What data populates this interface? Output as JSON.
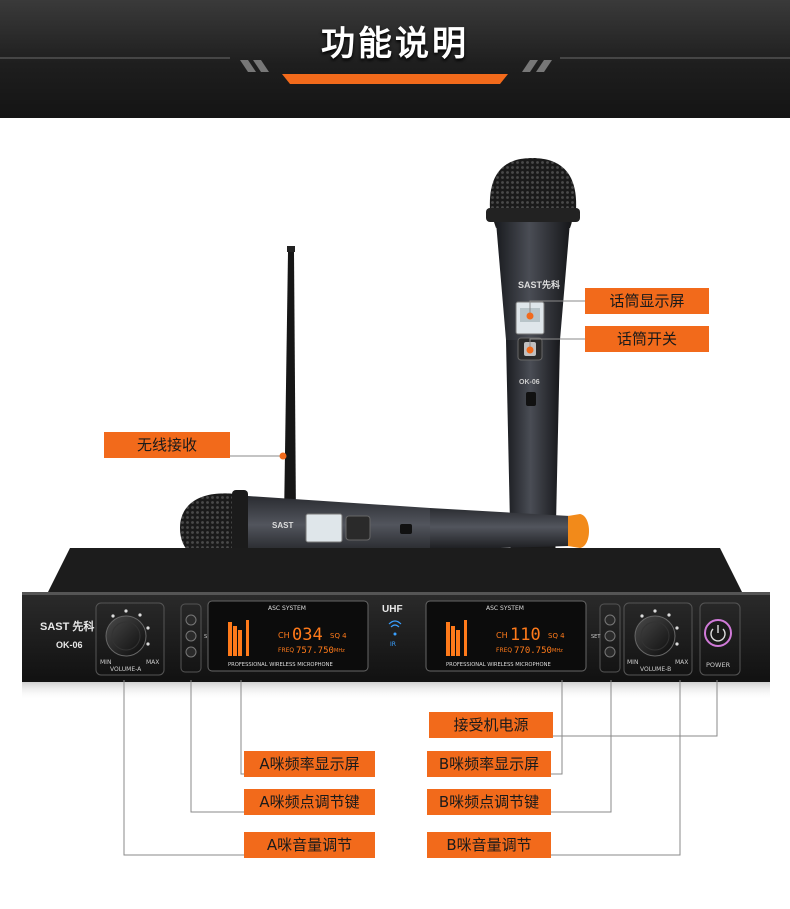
{
  "banner": {
    "title": "功能说明"
  },
  "device": {
    "brand": "SAST 先科",
    "model": "OK-06",
    "volume_a": "VOLUME-A",
    "volume_b": "VOLUME-B",
    "min": "MIN",
    "max": "MAX",
    "power": "POWER",
    "uhf": "UHF",
    "ir": "IR",
    "set": "SET",
    "asc_system": "ASC SYSTEM",
    "screen_caption": "PROFESSIONAL WIRELESS MICROPHONE",
    "channel_a": "034",
    "channel_b": "110",
    "sq_a": "SQ 4",
    "sq_b": "SQ 4",
    "freq_a": "757.750",
    "freq_b": "770.750",
    "ch_label": "CH",
    "freq_label": "FREQ",
    "mhz": "MHz",
    "mic_model": "OK-06"
  },
  "callouts": {
    "mic_display": "话筒显示屏",
    "mic_switch": "话筒开关",
    "antenna": "无线接收",
    "power_supply": "接受机电源",
    "a_display": "A咪频率显示屏",
    "b_display": "B咪频率显示屏",
    "a_freq_keys": "A咪频点调节键",
    "b_freq_keys": "B咪频点调节键",
    "a_volume": "A咪音量调节",
    "b_volume": "B咪音量调节"
  },
  "colors": {
    "accent": "#f26a1b",
    "banner": "#1e1e1e",
    "lcd": "#ff7a1a"
  }
}
